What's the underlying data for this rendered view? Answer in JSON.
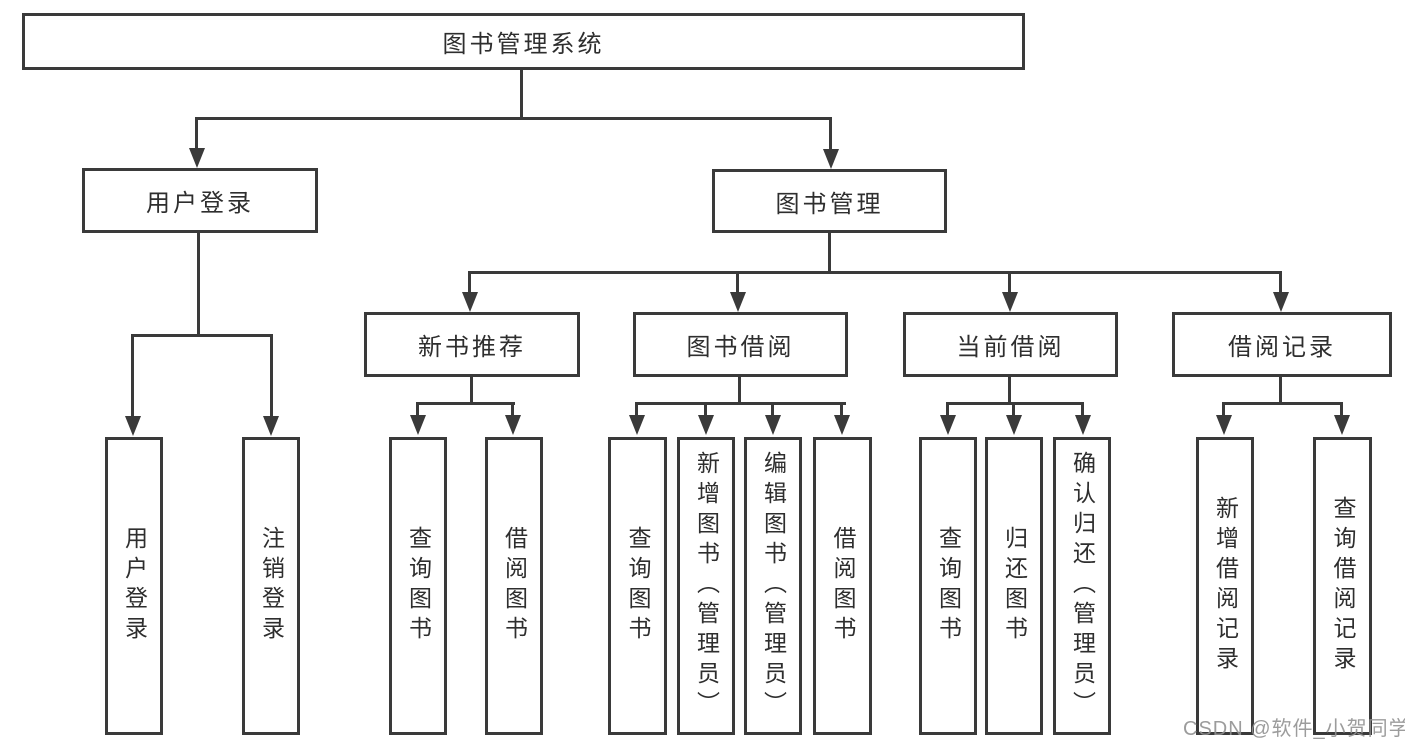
{
  "diagram_title": "图书管理系统",
  "nodes": {
    "root": "图书管理系统",
    "user_login": "用户登录",
    "book_management": "图书管理",
    "new_book_recommend": "新书推荐",
    "book_borrowing": "图书借阅",
    "current_borrowing": "当前借阅",
    "borrowing_records": "借阅记录",
    "leaf_user_login": "用户登录",
    "leaf_logout": "注销登录",
    "leaf_query_book_1": "查询图书",
    "leaf_borrow_book_1": "借阅图书",
    "leaf_query_book_2": "查询图书",
    "leaf_add_book": "新增图书（管理员）",
    "leaf_edit_book": "编辑图书（管理员）",
    "leaf_borrow_book_2": "借阅图书",
    "leaf_query_book_3": "查询图书",
    "leaf_return_book": "归还图书",
    "leaf_confirm_return": "确认归还（管理员）",
    "leaf_add_record": "新增借阅记录",
    "leaf_query_record": "查询借阅记录"
  },
  "watermark": "CSDN @软件_小贺同学",
  "colors": {
    "line": "#3a3a3a",
    "text": "#2e2e2e",
    "background": "#ffffff",
    "watermark": "#919191"
  }
}
